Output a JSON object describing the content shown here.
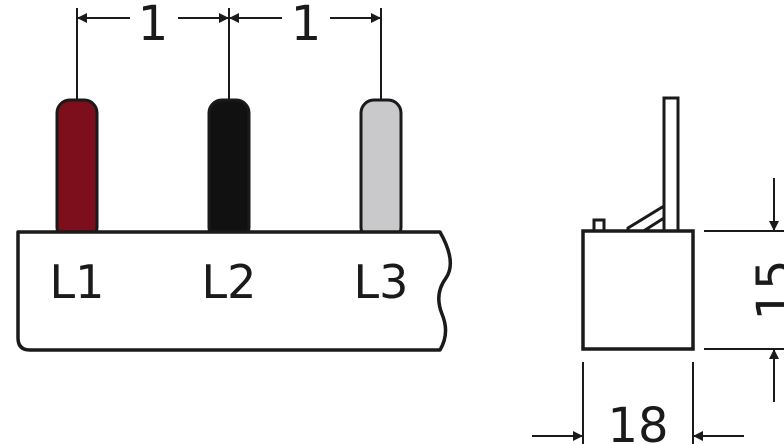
{
  "front_view": {
    "pins": [
      {
        "label": "L1",
        "color": "#7d0e1b"
      },
      {
        "label": "L2",
        "color": "#111111"
      },
      {
        "label": "L3",
        "color": "#c9c9cc"
      }
    ],
    "pitch_dims": [
      "1",
      "1"
    ]
  },
  "side_view": {
    "width_dim": "18",
    "height_dim": "15"
  },
  "colors": {
    "line": "#1a1a1a",
    "background": "#ffffff"
  }
}
